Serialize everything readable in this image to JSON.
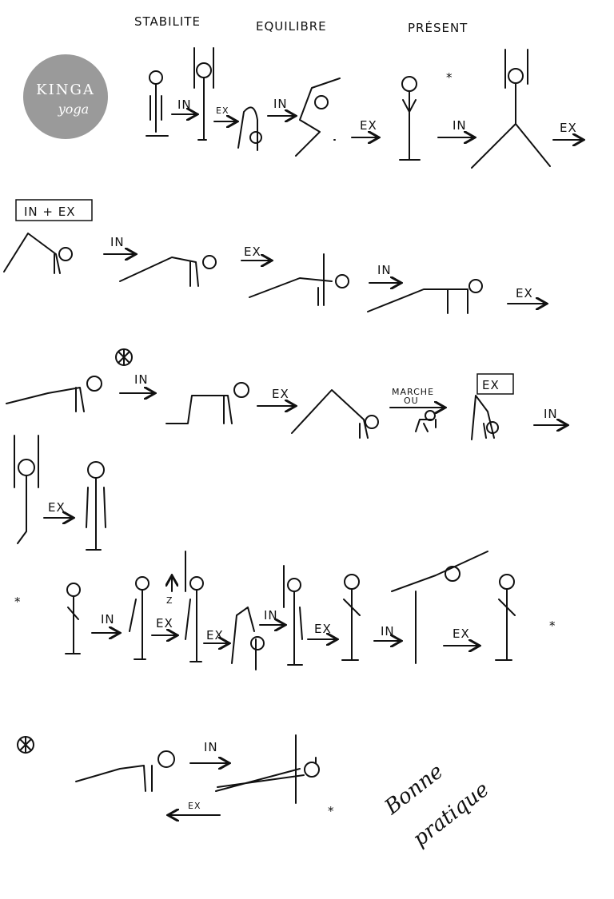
{
  "header": {
    "titles": [
      "STABILITE",
      "EQUILIBRE",
      "PRÉSENT"
    ]
  },
  "logo": {
    "text": "KINGA",
    "subtext": "yoga",
    "color": "#9a9a9a"
  },
  "labels": {
    "in": "IN",
    "ex": "EX",
    "in_plus_ex": "IN + EX",
    "marche": "MARCHE",
    "ou": "OU",
    "z": "Z",
    "star": "*"
  },
  "signature": {
    "line1": "Bonne",
    "line2": "pratique"
  }
}
